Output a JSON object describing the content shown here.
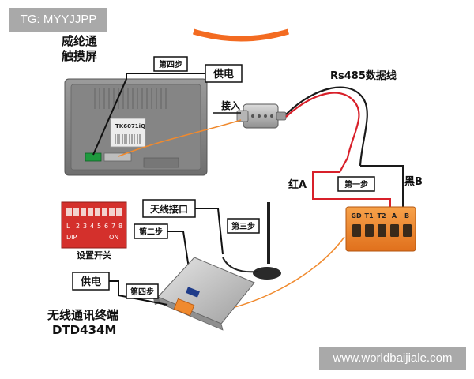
{
  "watermark_top": "TG: MYYJJPP",
  "watermark_bottom": "www.worldbaijiale.com",
  "labels": {
    "touchscreen_line1": "威纶通",
    "touchscreen_line2": "触摸屏",
    "screen_model": "TK6071iQ",
    "step4_top": "第四步",
    "power_top": "供电",
    "connect": "接入",
    "rs485": "Rs485数据线",
    "red_a": "红A",
    "black_b": "黑B",
    "step1": "第一步",
    "antenna_port": "天线接口",
    "step3": "第三步",
    "step2": "第二步",
    "dip_settings": "设置开关",
    "power_bottom": "供电",
    "step4_bottom": "第四步",
    "terminal_line1": "无线通讯终端",
    "terminal_line2": "DTD434M"
  },
  "dip": {
    "prefix": "L",
    "numbers": [
      "2",
      "3",
      "4",
      "5",
      "6",
      "7",
      "8"
    ],
    "dip_label": "DIP",
    "on_label": "ON"
  },
  "terminal_block": {
    "pins": [
      "GD",
      "T1",
      "T2",
      "A",
      "B"
    ]
  },
  "colors": {
    "red_wire": "#d8202a",
    "black_wire": "#1a1a1a",
    "orange_connector": "#f08a2e",
    "device_silver": "#c8c8c8",
    "screen_gray": "#8a8a8a"
  },
  "icons": {
    "antenna": "antenna-icon",
    "db9": "db9-connector-icon"
  }
}
